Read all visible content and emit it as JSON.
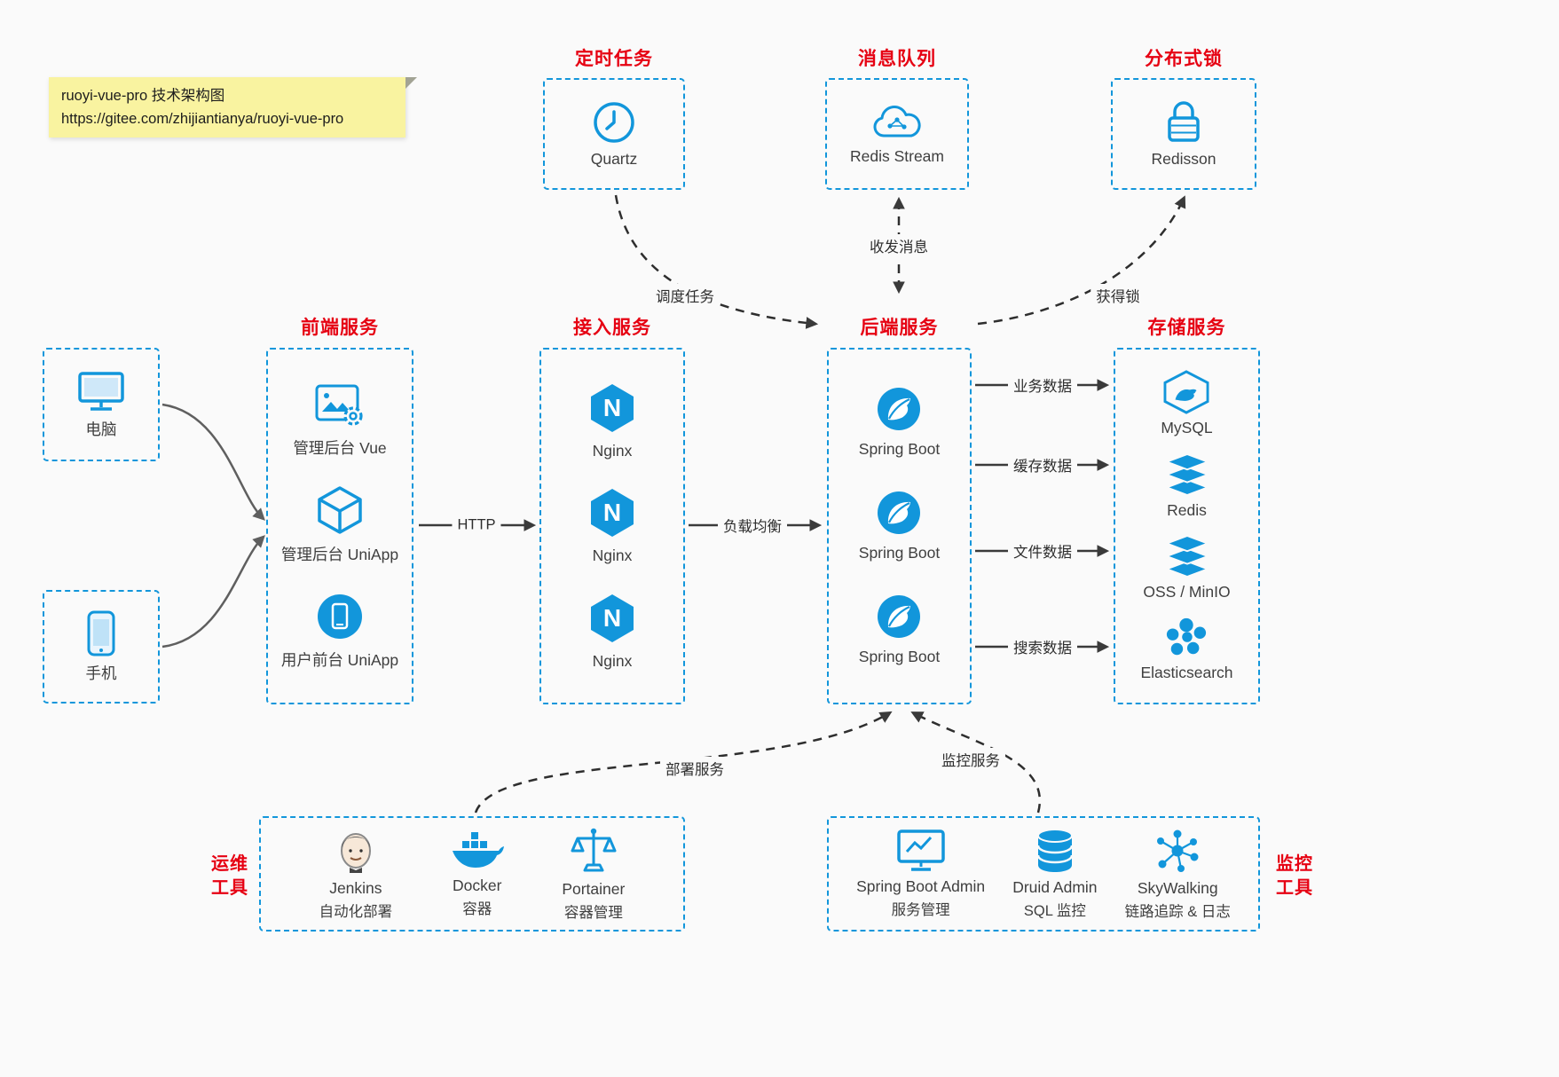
{
  "note": {
    "title": "ruoyi-vue-pro 技术架构图",
    "url": "https://gitee.com/zhijiantianya/ruoyi-vue-pro"
  },
  "colors": {
    "accent_blue": "#1296db",
    "title_red": "#e60012",
    "note_yellow": "#f9f3a0",
    "background": "#fafafa",
    "line_dark": "#3a3a3a"
  },
  "icons": {
    "nginx_letter": "N"
  },
  "top_groups": [
    {
      "title": "定时任务",
      "label": "Quartz",
      "icon": "clock-icon"
    },
    {
      "title": "消息队列",
      "label": "Redis Stream",
      "icon": "cloud-network-icon"
    },
    {
      "title": "分布式锁",
      "label": "Redisson",
      "icon": "lock-icon"
    }
  ],
  "clients": [
    {
      "label": "电脑",
      "icon": "desktop-icon"
    },
    {
      "label": "手机",
      "icon": "phone-icon"
    }
  ],
  "columns": [
    {
      "title": "前端服务",
      "items": [
        {
          "label": "管理后台 Vue",
          "icon": "vue-admin-icon"
        },
        {
          "label": "管理后台 UniApp",
          "icon": "uniapp-cube-icon"
        },
        {
          "label": "用户前台 UniApp",
          "icon": "user-uniapp-icon"
        }
      ]
    },
    {
      "title": "接入服务",
      "items": [
        {
          "label": "Nginx",
          "icon": "nginx-icon"
        },
        {
          "label": "Nginx",
          "icon": "nginx-icon"
        },
        {
          "label": "Nginx",
          "icon": "nginx-icon"
        }
      ]
    },
    {
      "title": "后端服务",
      "items": [
        {
          "label": "Spring Boot",
          "icon": "spring-icon"
        },
        {
          "label": "Spring Boot",
          "icon": "spring-icon"
        },
        {
          "label": "Spring Boot",
          "icon": "spring-icon"
        }
      ]
    },
    {
      "title": "存储服务",
      "items": [
        {
          "label": "MySQL",
          "icon": "mysql-icon"
        },
        {
          "label": "Redis",
          "icon": "redis-stack-icon"
        },
        {
          "label": "OSS / MinIO",
          "icon": "oss-stack-icon"
        },
        {
          "label": "Elasticsearch",
          "icon": "elasticsearch-icon"
        }
      ]
    }
  ],
  "bottom_groups": [
    {
      "side_line1": "运维",
      "side_line2": "工具",
      "items": [
        {
          "label": "Jenkins",
          "sub": "自动化部署",
          "icon": "jenkins-icon"
        },
        {
          "label": "Docker",
          "sub": "容器",
          "icon": "docker-icon"
        },
        {
          "label": "Portainer",
          "sub": "容器管理",
          "icon": "portainer-icon"
        }
      ]
    },
    {
      "side_line1": "监控",
      "side_line2": "工具",
      "items": [
        {
          "label": "Spring Boot Admin",
          "sub": "服务管理",
          "icon": "monitor-chart-icon"
        },
        {
          "label": "Druid Admin",
          "sub": "SQL 监控",
          "icon": "database-cylinder-icon"
        },
        {
          "label": "SkyWalking",
          "sub": "链路追踪 & 日志",
          "icon": "network-nodes-icon"
        }
      ]
    }
  ],
  "edges": {
    "http": "HTTP",
    "load_balance": "负载均衡",
    "schedule": "调度任务",
    "message": "收发消息",
    "lock": "获得锁",
    "business_data": "业务数据",
    "cache_data": "缓存数据",
    "file_data": "文件数据",
    "search_data": "搜索数据",
    "deploy": "部署服务",
    "monitor": "监控服务"
  }
}
